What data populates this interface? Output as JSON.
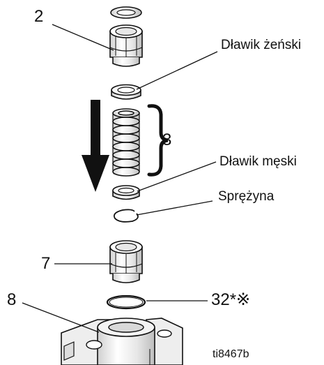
{
  "labels": {
    "item_2": "2",
    "female_gland": "Dławik żeński",
    "item_3": "3",
    "male_gland": "Dławik męski",
    "spring": "Sprężyna",
    "item_7": "7",
    "item_8": "8",
    "item_32": "32*※",
    "figure_id": "ti8467b"
  },
  "colors": {
    "line": "#111111",
    "part_fill": "#f2f2f2",
    "shade": "#cfcfcf"
  }
}
